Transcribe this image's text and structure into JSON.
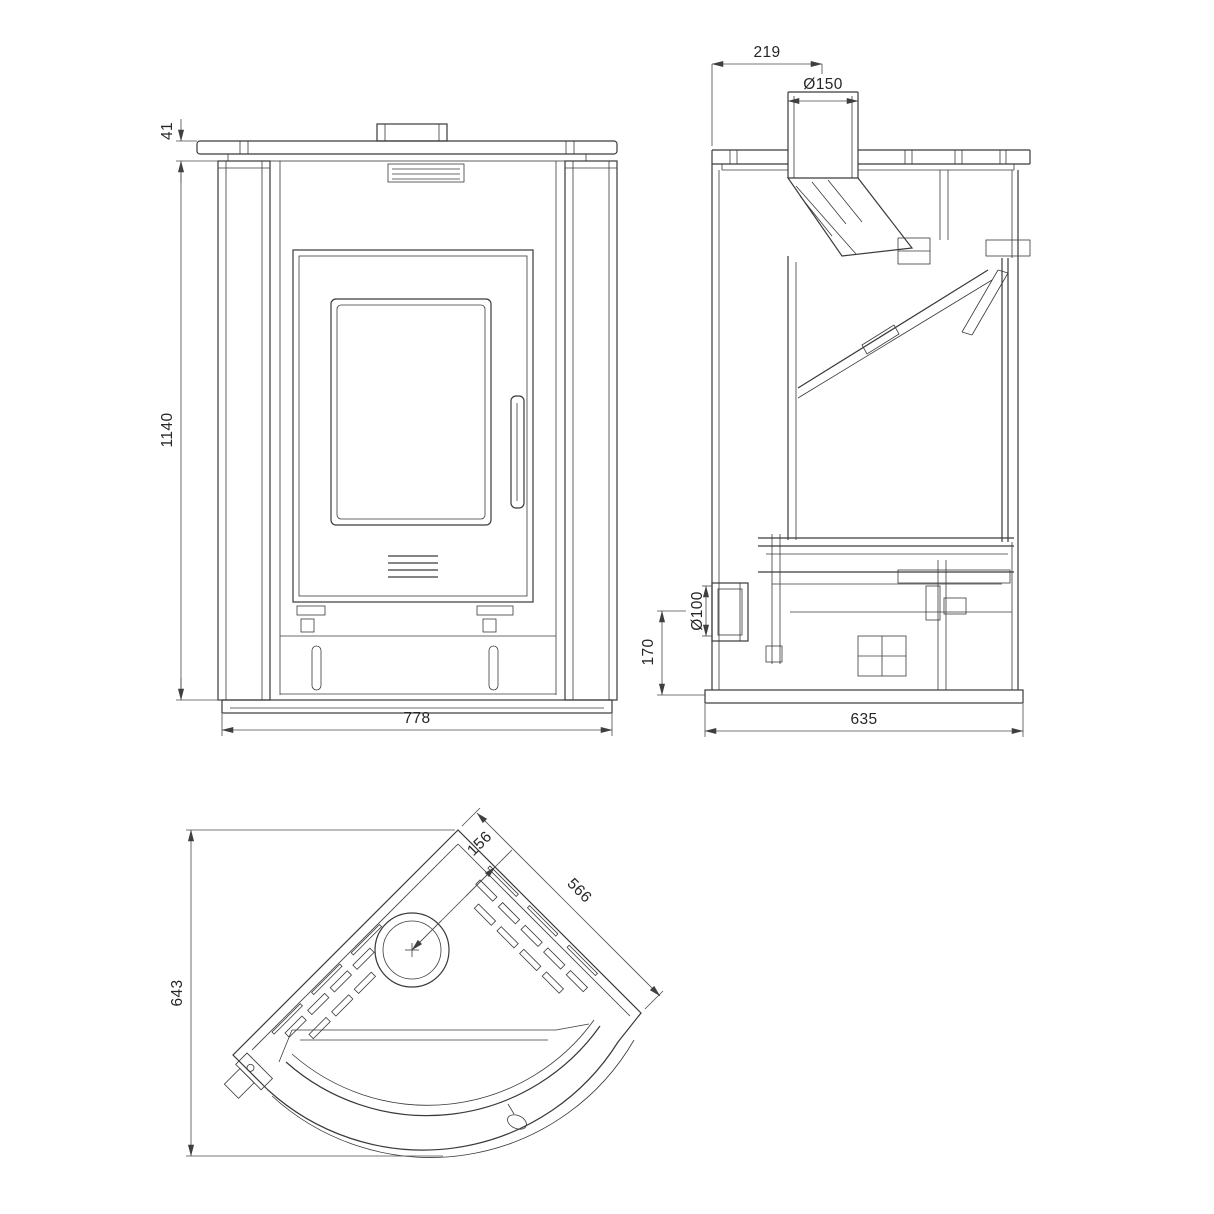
{
  "colors": {
    "background": "#ffffff",
    "line": "#3a3a3a",
    "dimension_line": "#4a4a4a",
    "text": "#262626"
  },
  "views": {
    "front": {
      "label_top_plate_height": "41",
      "label_body_height": "1140",
      "label_overall_width": "778"
    },
    "side": {
      "label_flue_offset_from_back": "219",
      "label_flue_diameter": "Ø150",
      "label_air_inlet_diameter": "Ø100",
      "label_air_inlet_center_height": "170",
      "label_overall_depth": "635"
    },
    "top": {
      "label_flue_center_offset": "156",
      "label_rear_panel_width": "566",
      "label_overall_depth": "643"
    }
  }
}
